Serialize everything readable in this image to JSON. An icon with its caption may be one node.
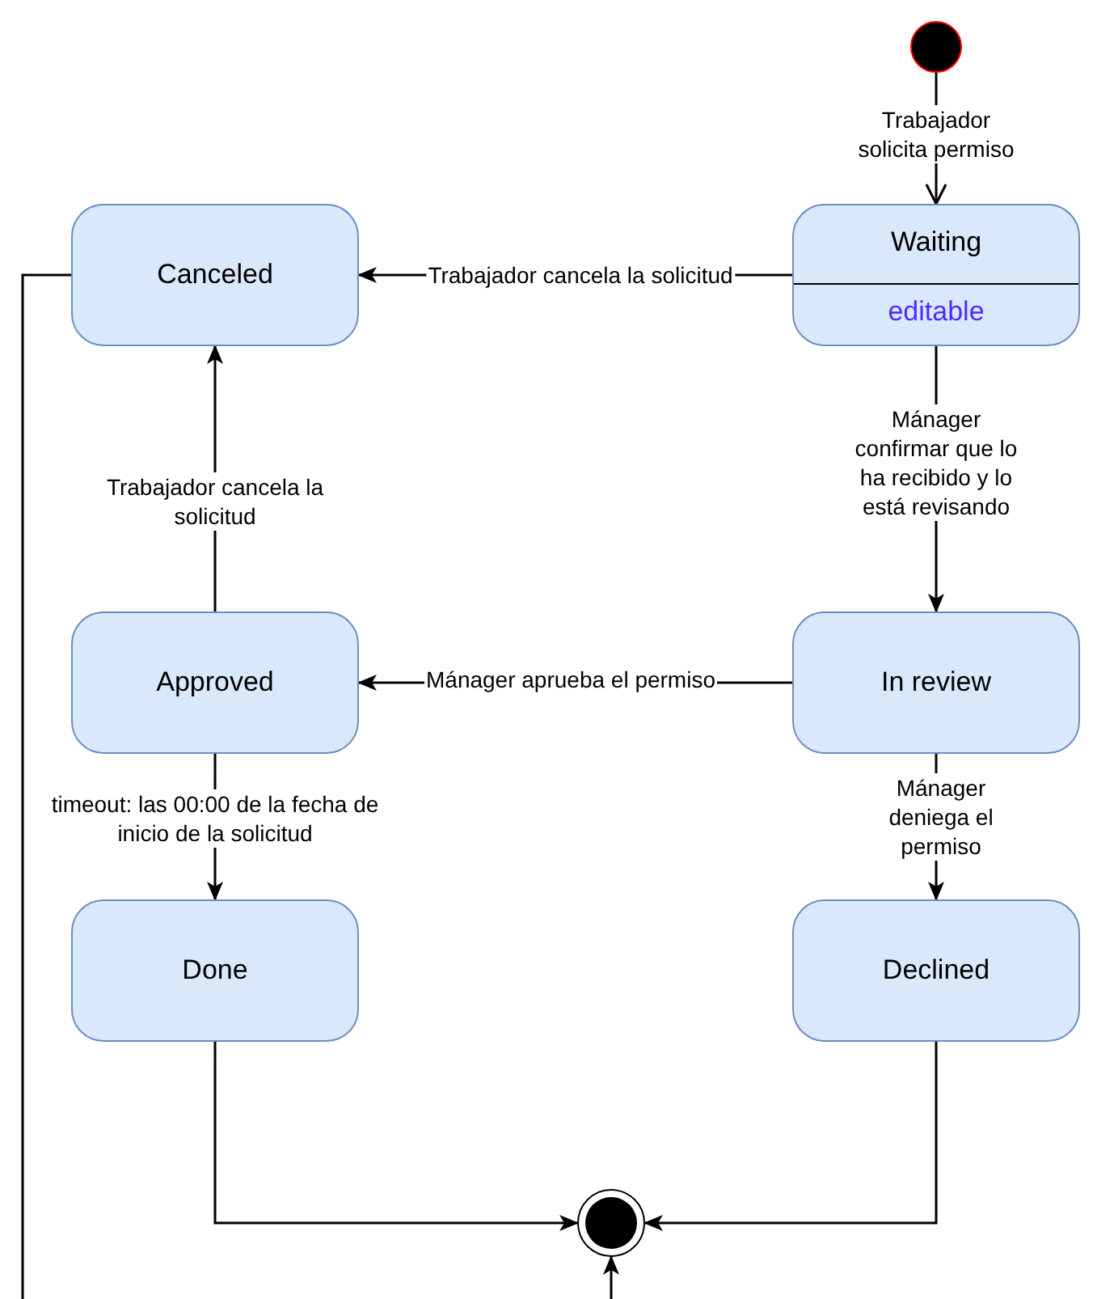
{
  "diagram": {
    "nodes": [
      {
        "text": [],
        "shape": "circle"
      },
      {
        "text": [
          "Waiting",
          "editable"
        ]
      },
      {
        "text": [
          "Canceled"
        ]
      },
      {
        "text": [
          "In review"
        ]
      },
      {
        "text": [
          "Approved"
        ]
      },
      {
        "text": [
          "Declined"
        ]
      },
      {
        "text": [
          "Done"
        ]
      },
      {
        "text": [],
        "shape": "circle"
      }
    ],
    "edges": [
      {
        "from": 0,
        "to": 1,
        "arrow": "to",
        "label": "Trabajador solicita permiso"
      },
      {
        "from": 1,
        "to": 2,
        "arrow": "to",
        "label": "Trabajador cancela la solicitud"
      },
      {
        "from": 1,
        "to": 3,
        "arrow": "to",
        "label": "Mánager confirmar que lo ha recibido y lo está revisando"
      },
      {
        "from": 4,
        "to": 2,
        "arrow": "to",
        "label": "Trabajador cancela la solicitud"
      },
      {
        "from": 3,
        "to": 4,
        "arrow": "to",
        "label": "Mánager aprueba el permiso"
      },
      {
        "from": 3,
        "to": 5,
        "arrow": "to",
        "label": "Mánager deniega el permiso"
      },
      {
        "from": 4,
        "to": 6,
        "arrow": "to",
        "label": "timeout: las 00:00 de la fecha de inicio de la solicitud"
      },
      {
        "from": 6,
        "to": 7,
        "arrow": "to"
      },
      {
        "from": 5,
        "to": 7,
        "arrow": "to"
      },
      {
        "from": 2,
        "to": 7,
        "arrow": "to"
      }
    ]
  }
}
